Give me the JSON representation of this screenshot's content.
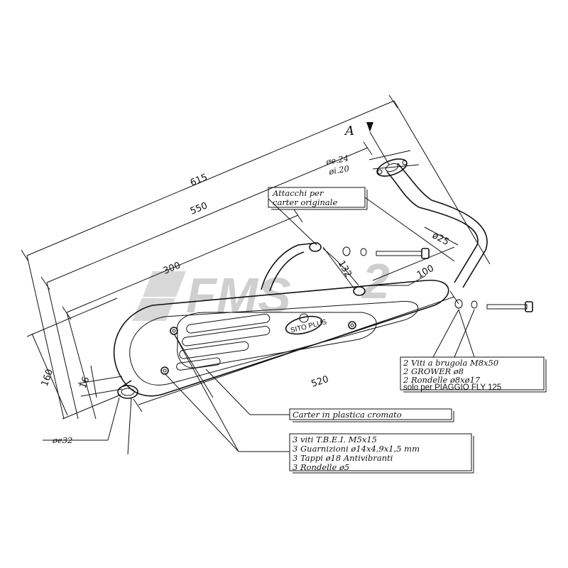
{
  "dimensions": {
    "overall_length": "615",
    "mid_length": "550",
    "short_length": "300",
    "body_length": "520",
    "height": "160",
    "outlet_offset": "16",
    "bracket_spacing": "132",
    "bracket_offset": "100",
    "pipe_diameter": "ø25",
    "inlet_outer": "øe.24",
    "inlet_inner": "øi.20",
    "outlet_outer": "øe32"
  },
  "view_label": "A",
  "watermark": "FMS",
  "muffler_badge": "SITO PLUS",
  "callouts": {
    "brackets": [
      "Attacchi per",
      "carter originale"
    ],
    "cover": "Carter in plastica cromato",
    "screws_kit": [
      "2  Viti a brugola  M8x50",
      "2  GROWER  ø8",
      "2  Rondelle  ø8xø17"
    ],
    "screws_kit_note": "solo per PIAGGIO FLY 125",
    "fixing_kit": [
      "3  viti  T.B.E.I.   M5x15",
      "3  Guarnizioni  ø14x4,9x1,5  mm",
      "3  Tappi  ø18   Antivibranti",
      "3  Rondelle  ø5"
    ]
  }
}
